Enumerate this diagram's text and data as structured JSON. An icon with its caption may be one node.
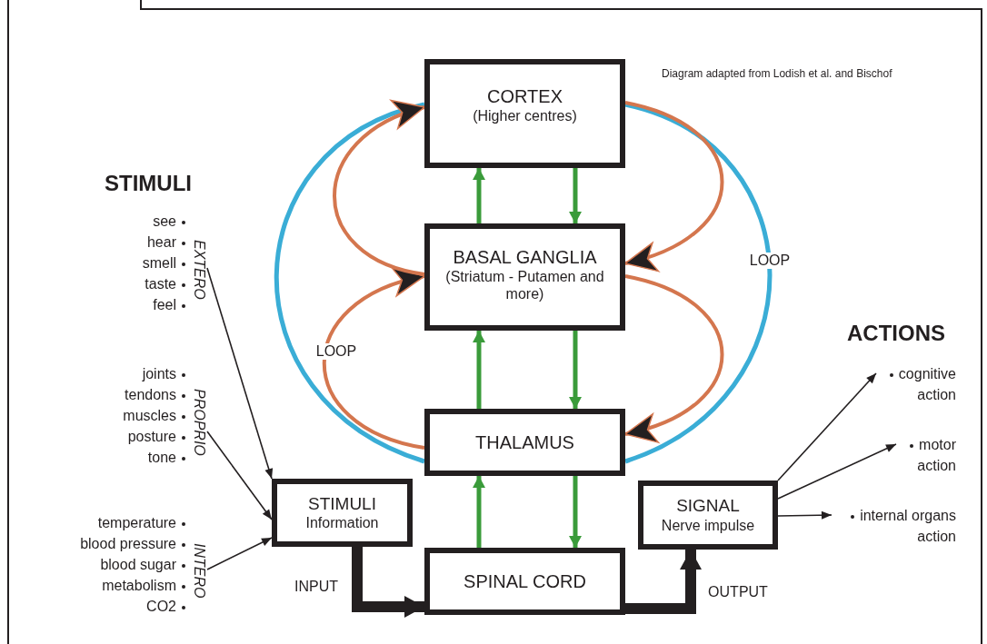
{
  "diagram": {
    "nodes": [
      {
        "text": [
          "CORTEX",
          "(Higher centres)"
        ]
      },
      {
        "text": [
          "BASAL GANGLIA",
          "(Striatum - Putamen and more)"
        ]
      },
      {
        "text": [
          "THALAMUS"
        ]
      },
      {
        "text": [
          "SPINAL CORD"
        ]
      },
      {
        "text": [
          "STIMULI",
          "Information"
        ]
      },
      {
        "text": [
          "SIGNAL",
          "Nerve impulse"
        ]
      },
      {
        "text": [
          "see",
          "hear",
          "smell",
          "taste",
          "feel",
          "EXTERO"
        ]
      },
      {
        "text": [
          "joints",
          "tendons",
          "muscles",
          "posture",
          "tone",
          "PROPRIO"
        ]
      },
      {
        "text": [
          "temperature",
          "blood pressure",
          "blood sugar",
          "metabolism",
          "CO2",
          "INTERO"
        ]
      },
      {
        "text": [
          "cognitive action"
        ]
      },
      {
        "text": [
          "motor action"
        ]
      },
      {
        "text": [
          "internal organs action"
        ]
      }
    ],
    "edges": [
      {
        "from": 1,
        "to": 0,
        "arrow": "to",
        "color": "#3a9b3a"
      },
      {
        "from": 0,
        "to": 1,
        "arrow": "to",
        "color": "#3a9b3a"
      },
      {
        "from": 2,
        "to": 1,
        "arrow": "to",
        "color": "#3a9b3a"
      },
      {
        "from": 1,
        "to": 2,
        "arrow": "to",
        "color": "#3a9b3a"
      },
      {
        "from": 3,
        "to": 2,
        "arrow": "to",
        "color": "#3a9b3a"
      },
      {
        "from": 2,
        "to": 3,
        "arrow": "to",
        "color": "#3a9b3a"
      },
      {
        "from": 2,
        "to": 0,
        "arrow": "none",
        "color": "#3aadd6"
      },
      {
        "from": 0,
        "to": 2,
        "arrow": "none",
        "color": "#3aadd6",
        "label": "LOOP"
      },
      {
        "from": 2,
        "to": 1,
        "arrow": "to",
        "color": "#d4764e",
        "label": "LOOP"
      },
      {
        "from": 1,
        "to": 0,
        "arrow": "to",
        "color": "#d4764e"
      },
      {
        "from": 0,
        "to": 1,
        "arrow": "to",
        "color": "#d4764e"
      },
      {
        "from": 1,
        "to": 2,
        "arrow": "to",
        "color": "#d4764e"
      },
      {
        "from": 6,
        "to": 4,
        "arrow": "to"
      },
      {
        "from": 7,
        "to": 4,
        "arrow": "to"
      },
      {
        "from": 8,
        "to": 4,
        "arrow": "to"
      },
      {
        "from": 5,
        "to": 9,
        "arrow": "to"
      },
      {
        "from": 5,
        "to": 10,
        "arrow": "to"
      },
      {
        "from": 5,
        "to": 11,
        "arrow": "to"
      },
      {
        "from": 4,
        "to": 3,
        "arrow": "to",
        "style": "thick",
        "label": "INPUT"
      },
      {
        "from": 3,
        "to": 5,
        "arrow": "to",
        "style": "thick",
        "label": "OUTPUT"
      }
    ],
    "labels": [
      "Diagram adapted from Lodish et al. and Bischof",
      "STIMULI",
      "ACTIONS"
    ]
  }
}
